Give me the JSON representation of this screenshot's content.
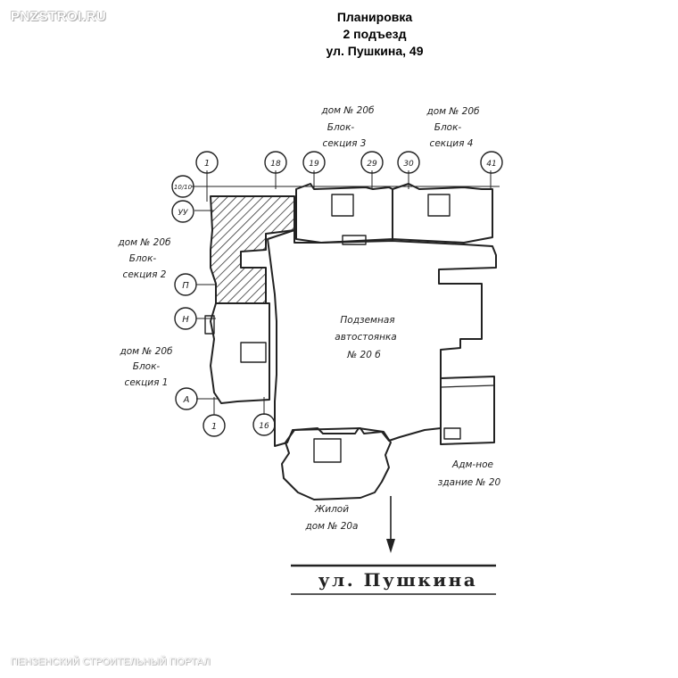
{
  "watermark": {
    "site": "PNZSTROI.RU",
    "portal": "ПЕНЗЕНСКИЙ СТРОИТЕЛЬНЫЙ ПОРТАЛ"
  },
  "title": {
    "line1": "Планировка",
    "line2": "2 подъезд",
    "line3": "ул. Пушкина, 49"
  },
  "axes": {
    "a1_top": "1",
    "a18": "18",
    "a19": "19",
    "a29": "29",
    "a30": "30",
    "a41": "41",
    "a1010": "10/10",
    "ay": "УУ",
    "ap": "П",
    "an": "Н",
    "aa": "А",
    "a1_bottom": "1",
    "a16": "16"
  },
  "labels": {
    "block3": [
      "дом № 20б",
      "Блок-",
      "секция 3"
    ],
    "block4": [
      "дом № 20б",
      "Блок-",
      "секция 4"
    ],
    "block2": [
      "дом № 20б",
      "Блок-",
      "секция 2"
    ],
    "block1": [
      "дом № 20б",
      "Блок-",
      "секция 1"
    ],
    "parking": [
      "Подземная",
      "автостоянка",
      "№ 20 б"
    ],
    "admin": [
      "Адм-ное",
      "здание № 20"
    ],
    "residential": [
      "Жилой",
      "дом № 20а"
    ]
  },
  "street": {
    "name": "ул. Пушкина"
  },
  "colors": {
    "ink": "#222222",
    "hatch": "#333333"
  }
}
